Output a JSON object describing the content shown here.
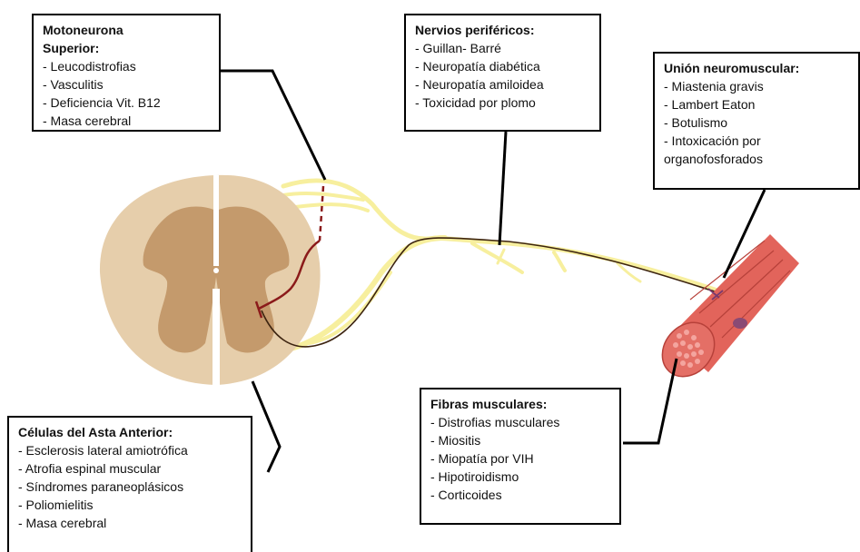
{
  "boxes": {
    "motoneurona_superior": {
      "title": "Motoneurona Superior:",
      "items": [
        "- Leucodistrofias",
        "- Vasculitis",
        "- Deficiencia Vit. B12",
        "- Masa cerebral"
      ]
    },
    "nervios_perifericos": {
      "title": "Nervios periféricos:",
      "items": [
        "- Guillan- Barré",
        "- Neuropatía diabética",
        "- Neuropatía amiloidea",
        "- Toxicidad por plomo"
      ]
    },
    "union_neuromuscular": {
      "title": "Unión neuromuscular:",
      "items": [
        "- Miastenia gravis",
        "- Lambert Eaton",
        "- Botulismo",
        "- Intoxicación por",
        "organofosforados"
      ]
    },
    "fibras_musculares": {
      "title": "Fibras musculares:",
      "items": [
        "- Distrofias musculares",
        "- Miositis",
        "- Miopatía por VIH",
        "- Hipotiroidismo",
        "- Corticoides"
      ]
    },
    "celulas_asta_anterior": {
      "title": "Células del Asta Anterior:",
      "items": [
        "- Esclerosis lateral amiotrófica",
        "- Atrofia espinal muscular",
        "- Síndromes  paraneoplásicos",
        "- Poliomielitis",
        "- Masa cerebral"
      ]
    }
  },
  "colors": {
    "white_matter": "#e6ceab",
    "gray_matter": "#c49a6c",
    "nerve": "#f7ef9e",
    "axon": "#3d2410",
    "upper_motor_neuron": "#8b1a1a",
    "muscle": "#e2645b",
    "muscle_dark": "#b7413a",
    "nmj": "#7a3a6e"
  }
}
